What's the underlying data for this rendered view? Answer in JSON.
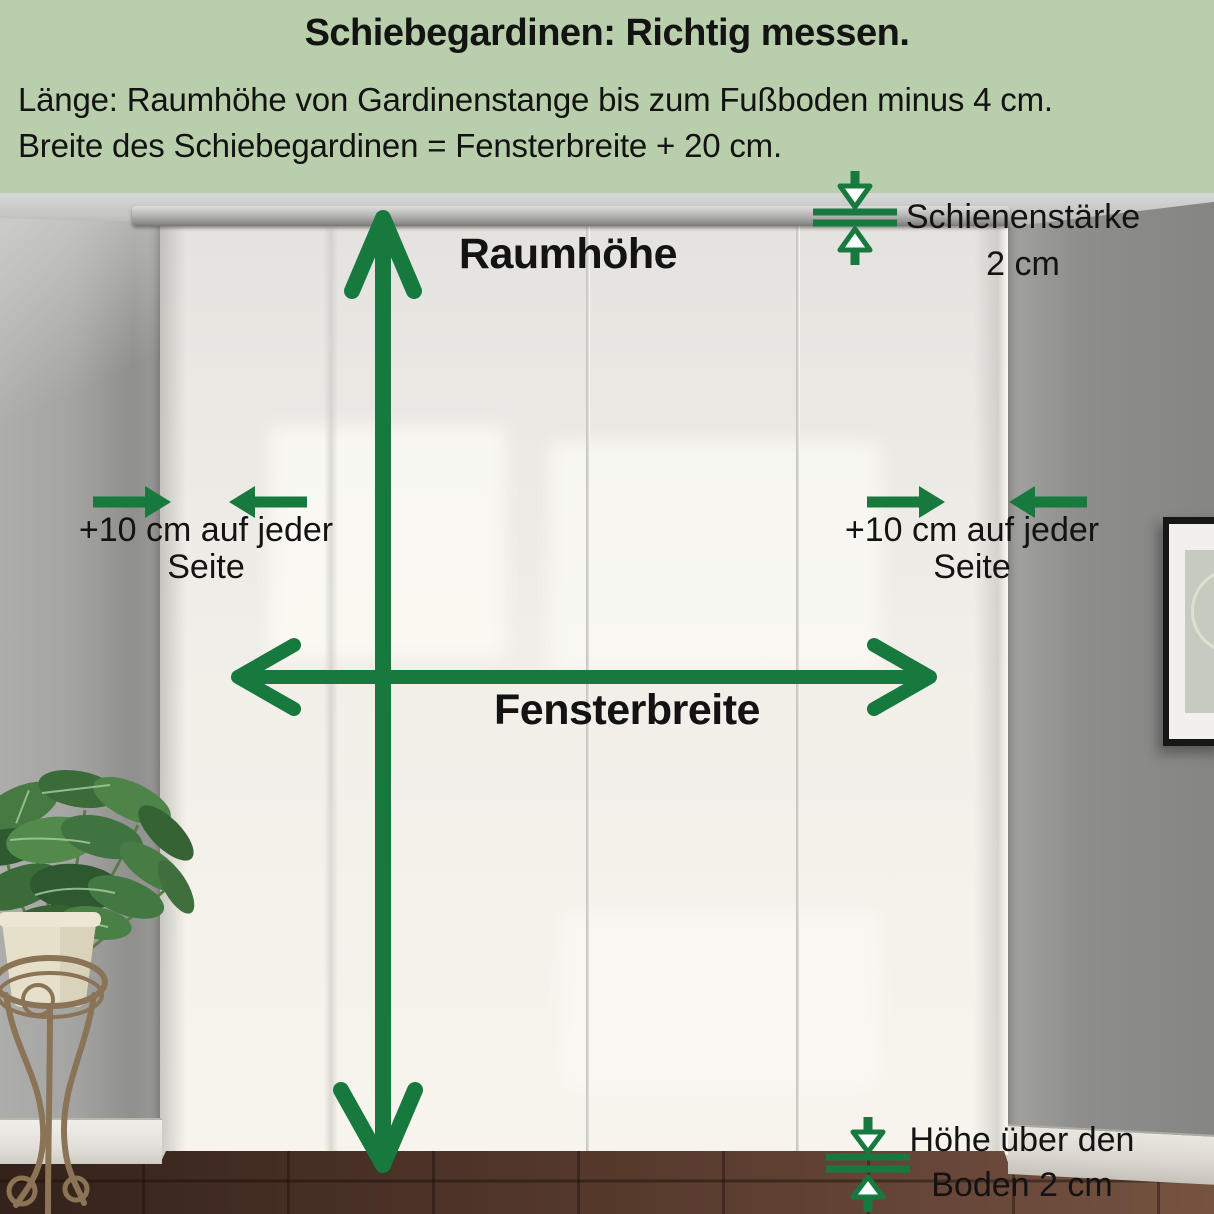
{
  "header": {
    "title": "Schiebegardinen: Richtig messen.",
    "line1": "Länge: Raumhöhe von Gardinenstange bis zum Fußboden minus 4 cm.",
    "line2": "Breite des Schiebegardinen = Fensterbreite + 20 cm."
  },
  "labels": {
    "room_height": "Raumhöhe",
    "window_width": "Fensterbreite",
    "rail_thickness": {
      "line1": "Schienenstärke",
      "line2": "2 cm"
    },
    "side_add": {
      "line1": "+10 cm auf jeder",
      "line2": "Seite"
    },
    "floor_gap": {
      "line1": "Höhe über den",
      "line2": "Boden 2 cm"
    }
  },
  "colors": {
    "accent_green": "#17793d",
    "header_bg": "#b9cfab",
    "text": "#131313"
  }
}
